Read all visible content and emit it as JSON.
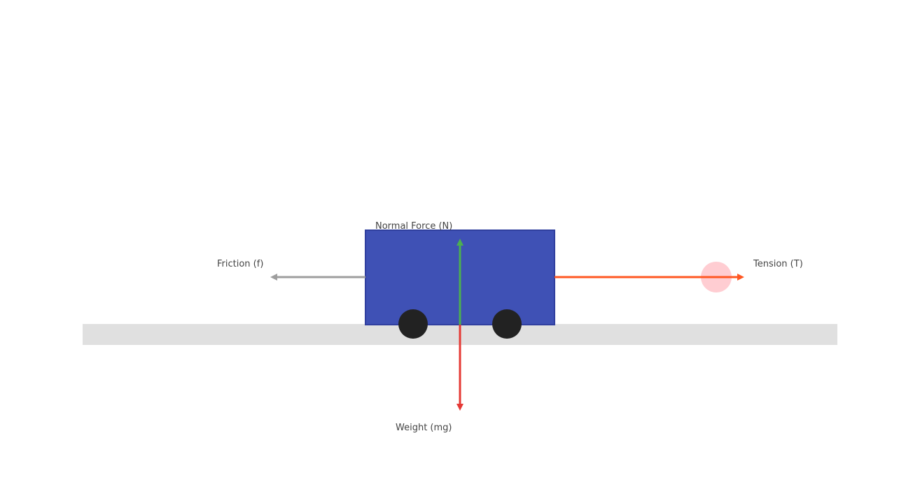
{
  "colors": {
    "background": "#ffffff",
    "ground": "#e0e0e0",
    "block_fill": "#3f51b5",
    "block_stroke": "#303f9f",
    "wheel": "#222222",
    "normal_force": "#4caf50",
    "weight": "#e53935",
    "friction": "#9e9e9e",
    "tension": "#ff5722",
    "tension_highlight": "#ffcdd2",
    "label_text": "#444444"
  },
  "labels": {
    "normal_force": "Normal Force (N)",
    "weight": "Weight (mg)",
    "friction": "Friction (f)",
    "tension": "Tension (T)"
  }
}
